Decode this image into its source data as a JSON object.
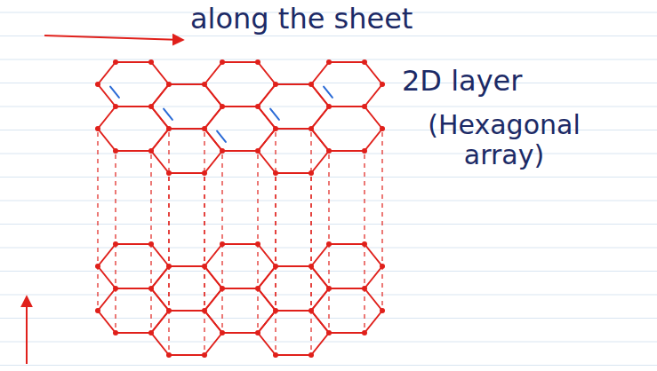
{
  "diagram": {
    "labels": [
      "along the sheet",
      "2D layer",
      "(Hexagonal array)"
    ]
  }
}
